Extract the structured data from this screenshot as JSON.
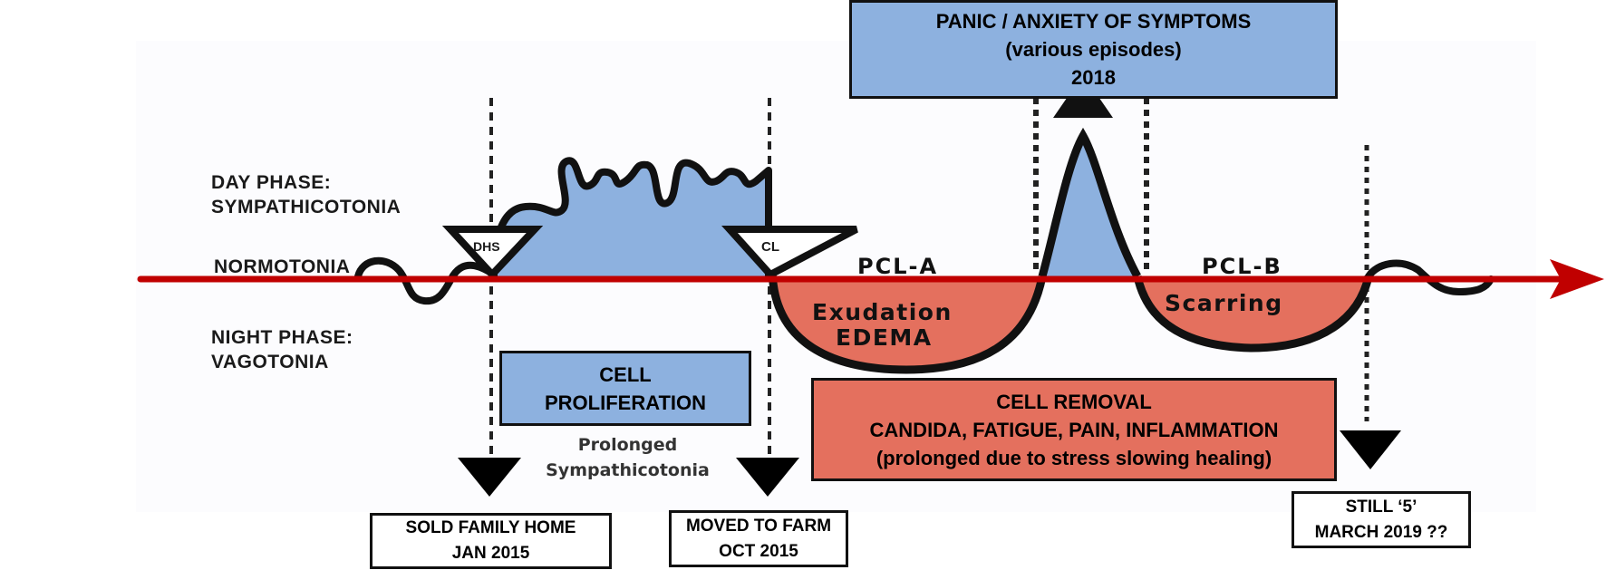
{
  "phase_labels": {
    "day_line1": "DAY PHASE:",
    "day_line2": "SYMPATHICOTONIA",
    "normotonia": "NORMOTONIA",
    "night_line1": "NIGHT PHASE:",
    "night_line2": "VAGOTONIA"
  },
  "markers": {
    "dhs": "DHS",
    "cl": "CL"
  },
  "phase_names": {
    "pcl_a": "PCL-A",
    "pcl_b": "PCL-B",
    "exudation": "Exudation",
    "edema": "EDEMA",
    "scarring": "Scarring"
  },
  "boxes": {
    "panic": {
      "line1": "PANIC / ANXIETY OF SYMPTOMS",
      "line2": "(various episodes)",
      "line3": "2018"
    },
    "cell_proliferation": {
      "line1": "CELL",
      "line2": "PROLIFERATION"
    },
    "prolonged": {
      "line1": "Prolonged",
      "line2": "Sympathicotonia"
    },
    "cell_removal": {
      "line1": "CELL REMOVAL",
      "line2": "CANDIDA, FATIGUE, PAIN, INFLAMMATION",
      "line3": "(prolonged due to stress slowing healing)"
    },
    "sold_home": {
      "line1": "SOLD FAMILY HOME",
      "line2": "JAN 2015"
    },
    "moved_farm": {
      "line1": "MOVED TO FARM",
      "line2": "OCT 2015"
    },
    "still_5": {
      "line1": "STILL ‘5’",
      "line2": "MARCH 2019 ??"
    }
  },
  "colors": {
    "sympathicotonia_fill": "#8db1df",
    "vagotonia_fill": "#e4705e",
    "timeline_axis": "#c00000",
    "outline": "#111111"
  }
}
